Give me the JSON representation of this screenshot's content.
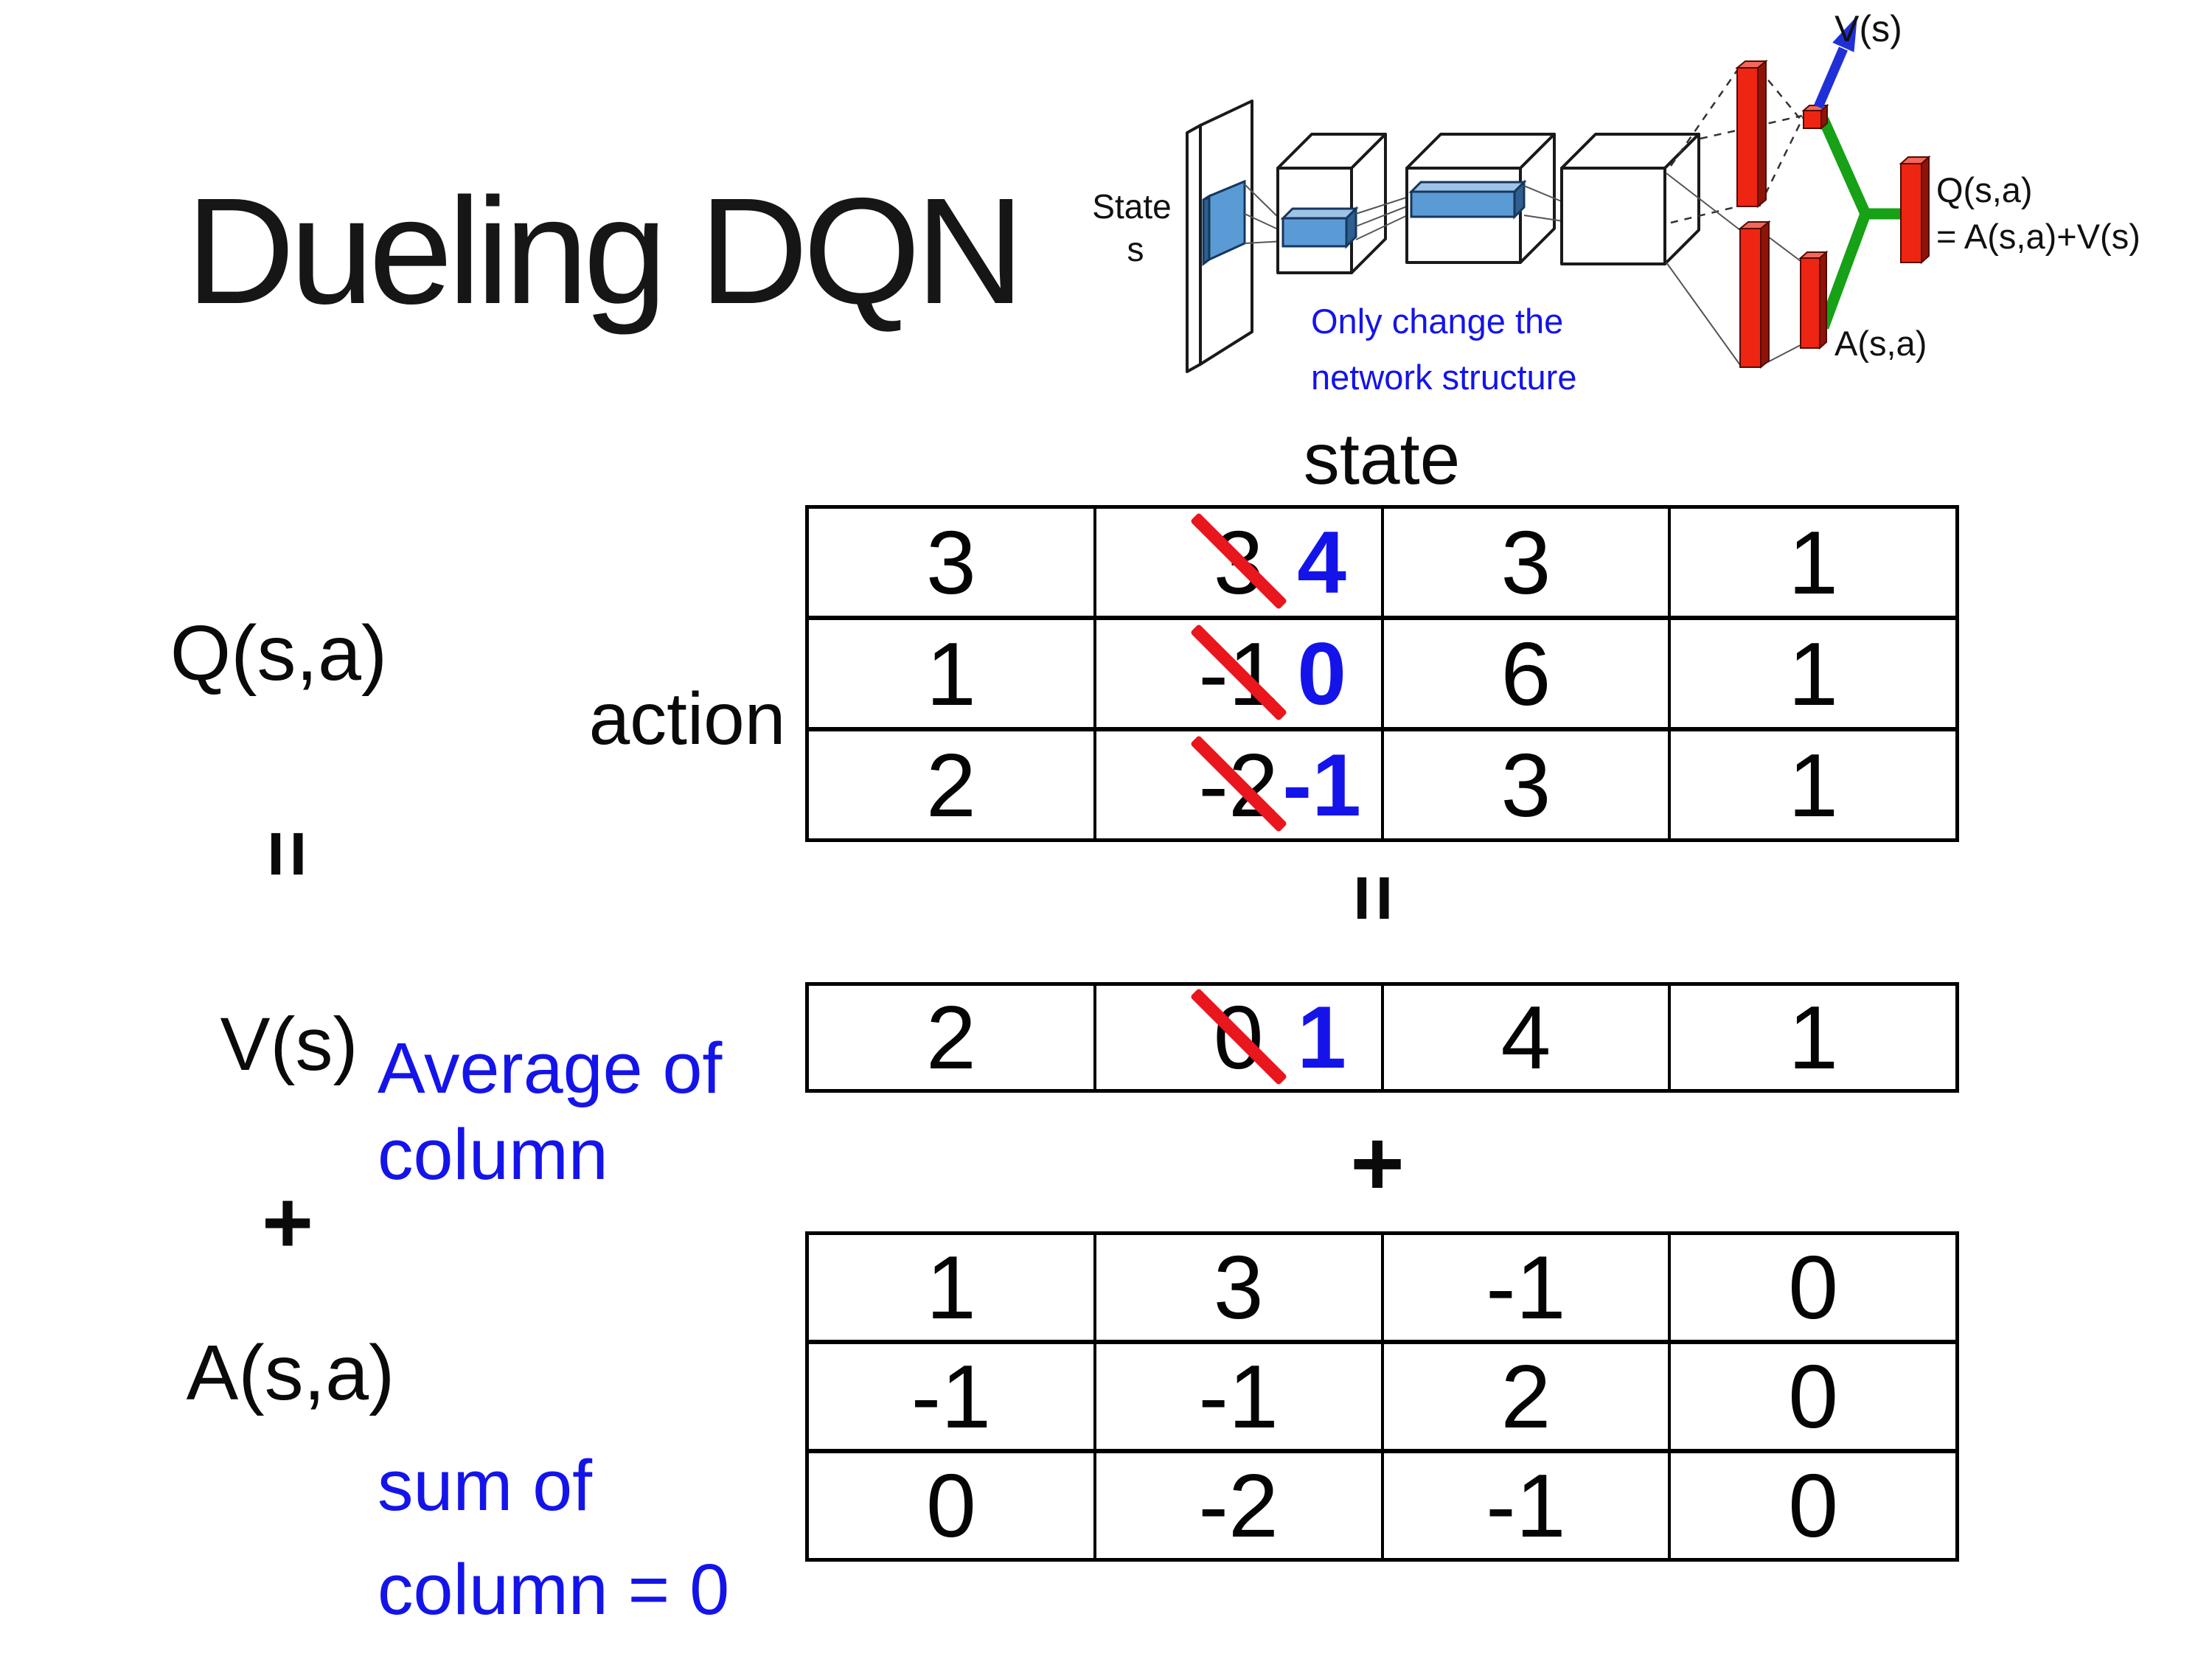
{
  "title": "Dueling DQN",
  "colors": {
    "accent_blue": "#1414ea",
    "slash_red": "#e9161d",
    "bar_red_front": "#ee2512",
    "bar_red_side": "#8f1408",
    "bar_red_top": "#f2685a",
    "filter_blue": "#5b9bd5",
    "filter_blue_dark": "#2e5f8f",
    "filter_blue_light": "#9dc3e6",
    "green": "#16a116",
    "arrow_blue": "#2030d8",
    "ink": "#0a0a0a"
  },
  "diagram": {
    "state_line1": "State",
    "state_line2": "s",
    "note_line1": "Only change the",
    "note_line2": "network structure",
    "v_out": "V(s)",
    "q_out_line1": "Q(s,a)",
    "q_out_line2": "= A(s,a)+V(s)",
    "a_out": "A(s,a)"
  },
  "equation": {
    "state_header": "state",
    "action_label": "action",
    "q_label": "Q(s,a)",
    "equals": "=",
    "v_label": "V(s)",
    "plus": "+",
    "a_label": "A(s,a)",
    "center_equals": "=",
    "center_plus": "+",
    "avg_note": [
      "Average of",
      "column"
    ],
    "sum_note": [
      "sum of",
      "column = 0"
    ]
  },
  "tables": {
    "q": {
      "rows": [
        [
          {
            "v": "3"
          },
          {
            "old": "3",
            "new": "4"
          },
          {
            "v": "3"
          },
          {
            "v": "1"
          }
        ],
        [
          {
            "v": "1"
          },
          {
            "old": "-1",
            "new": "0"
          },
          {
            "v": "6"
          },
          {
            "v": "1"
          }
        ],
        [
          {
            "v": "2"
          },
          {
            "old": "-2",
            "new": "-1"
          },
          {
            "v": "3"
          },
          {
            "v": "1"
          }
        ]
      ]
    },
    "v": {
      "rows": [
        [
          {
            "v": "2"
          },
          {
            "old": "0",
            "new": "1"
          },
          {
            "v": "4"
          },
          {
            "v": "1"
          }
        ]
      ]
    },
    "a": {
      "rows": [
        [
          {
            "v": "1"
          },
          {
            "v": "3"
          },
          {
            "v": "-1"
          },
          {
            "v": "0"
          }
        ],
        [
          {
            "v": "-1"
          },
          {
            "v": "-1"
          },
          {
            "v": "2"
          },
          {
            "v": "0"
          }
        ],
        [
          {
            "v": "0"
          },
          {
            "v": "-2"
          },
          {
            "v": "-1"
          },
          {
            "v": "0"
          }
        ]
      ]
    }
  }
}
